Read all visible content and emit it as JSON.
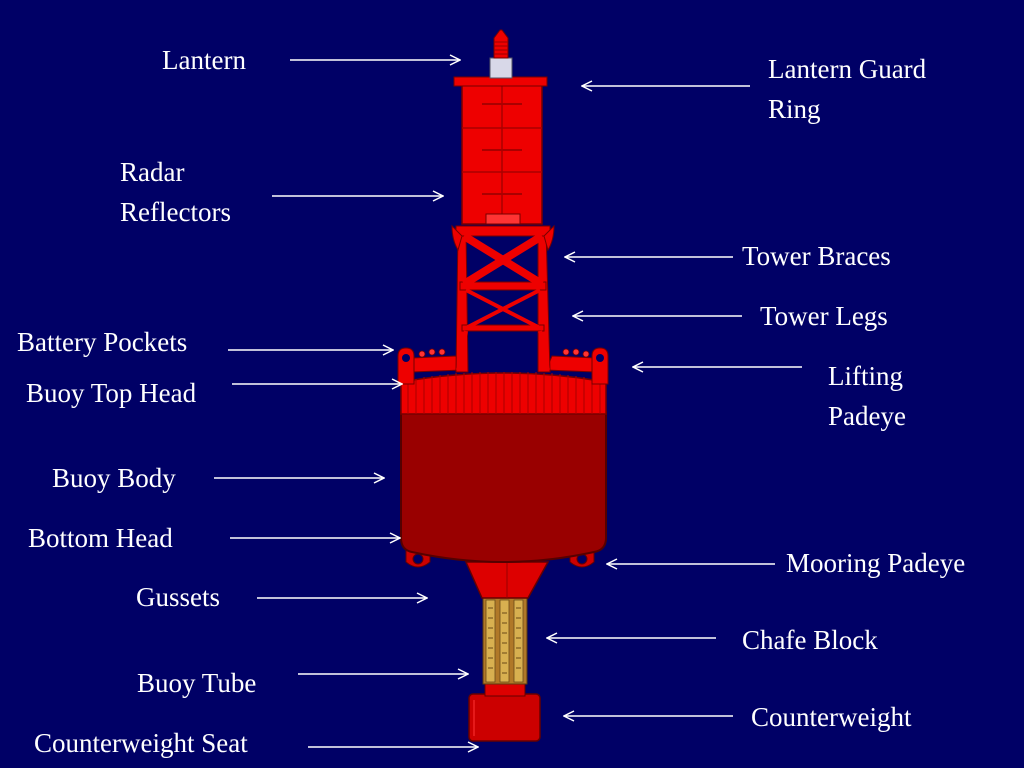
{
  "theme": {
    "background": "#000066",
    "label_color": "#ffffff",
    "arrow_color": "#ffffff",
    "buoy_red": "#ff0000",
    "buoy_dark_red": "#990000",
    "lantern_gray": "#c8c8d8",
    "chafe_gold": "#c8a040"
  },
  "labels": {
    "lantern": "Lantern",
    "lantern_guard_ring_line1": "Lantern Guard",
    "lantern_guard_ring_line2": "Ring",
    "radar_reflectors_line1": "Radar",
    "radar_reflectors_line2": "Reflectors",
    "tower_braces": "Tower Braces",
    "tower_legs": "Tower Legs",
    "battery_pockets": "Battery Pockets",
    "buoy_top_head": "Buoy Top Head",
    "lifting_padeye_line1": "Lifting",
    "lifting_padeye_line2": "Padeye",
    "buoy_body": "Buoy Body",
    "bottom_head": "Bottom Head",
    "mooring_padeye": "Mooring Padeye",
    "gussets": "Gussets",
    "chafe_block": "Chafe Block",
    "buoy_tube": "Buoy Tube",
    "counterweight": "Counterweight",
    "counterweight_seat": "Counterweight Seat"
  }
}
